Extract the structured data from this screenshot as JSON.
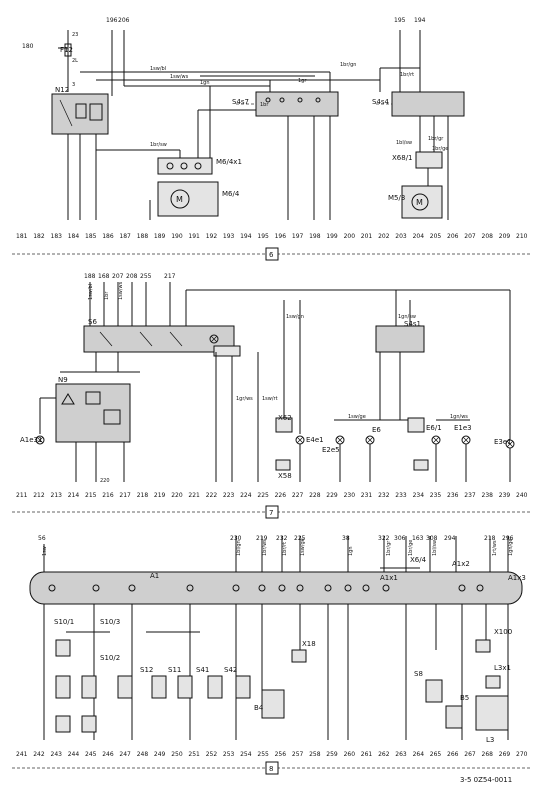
{
  "sections": [
    {
      "marker": "6",
      "columns": [
        "181",
        "182",
        "183",
        "184",
        "185",
        "186",
        "187",
        "188",
        "189",
        "190",
        "191",
        "192",
        "193",
        "194",
        "195",
        "196",
        "197",
        "198",
        "199",
        "200",
        "201",
        "202",
        "203",
        "204",
        "205",
        "206",
        "207",
        "208",
        "209",
        "210"
      ],
      "components": [
        "N12",
        "F12",
        "S4s7",
        "S4s4",
        "M6/4x1",
        "M6/4",
        "X68/1",
        "M5/3"
      ],
      "top_refs": [
        "180",
        "196",
        "206",
        "195",
        "194"
      ],
      "wire_codes": [
        "1sw/bl",
        "1gn",
        "1br/gn",
        "1sw/ws",
        "1br/sw",
        "1br/rt",
        "1br/gr",
        "1br",
        "1gr",
        "1bl/sw",
        "1br/ge",
        "23",
        "2L",
        "3"
      ]
    },
    {
      "marker": "7",
      "columns": [
        "211",
        "212",
        "213",
        "214",
        "215",
        "216",
        "217",
        "218",
        "219",
        "220",
        "221",
        "222",
        "223",
        "224",
        "225",
        "226",
        "227",
        "228",
        "229",
        "230",
        "231",
        "232",
        "233",
        "234",
        "235",
        "236",
        "237",
        "238",
        "239",
        "240"
      ],
      "components": [
        "S6",
        "N9",
        "S4s1",
        "A1e31",
        "E4e1",
        "E2e5",
        "E6",
        "E6/1",
        "E1e3",
        "E3e1",
        "X58",
        "X62"
      ],
      "top_refs": [
        "188",
        "168",
        "207",
        "208",
        "255",
        "217"
      ],
      "wire_codes": [
        "1sw/bl",
        "1br",
        "1sw/ws",
        "1sw/gn",
        "1gn/sw",
        "1gr/ws",
        "1sw/rt",
        "1sw/ge",
        "1gn/ws",
        "220"
      ]
    },
    {
      "marker": "8",
      "columns": [
        "241",
        "242",
        "243",
        "244",
        "245",
        "246",
        "247",
        "248",
        "249",
        "250",
        "251",
        "252",
        "253",
        "254",
        "255",
        "256",
        "257",
        "258",
        "259",
        "260",
        "261",
        "262",
        "263",
        "264",
        "265",
        "266",
        "267",
        "268",
        "269",
        "270"
      ],
      "components": [
        "A1",
        "A1x1",
        "X6/4",
        "A1x2",
        "A1x3",
        "S10/1",
        "S10/3",
        "S10/2",
        "S12",
        "S11",
        "S41",
        "S42",
        "B4",
        "X18",
        "S8",
        "B5",
        "X100",
        "L3x1",
        "L3"
      ],
      "top_refs": [
        "56",
        "230",
        "219",
        "232",
        "225",
        "38",
        "322",
        "306",
        "163",
        "308",
        "294",
        "218",
        "296"
      ],
      "wire_codes": [
        "1sw",
        "1bl/gn",
        "1br/ws",
        "1br/rt",
        "1sw/ge",
        "1gn",
        "1br/gr",
        "1br/ge",
        "1bl/sw",
        "1rt/ws",
        "1gn/ge"
      ]
    }
  ],
  "footer": {
    "code": "3-5 0Z54-0011"
  }
}
